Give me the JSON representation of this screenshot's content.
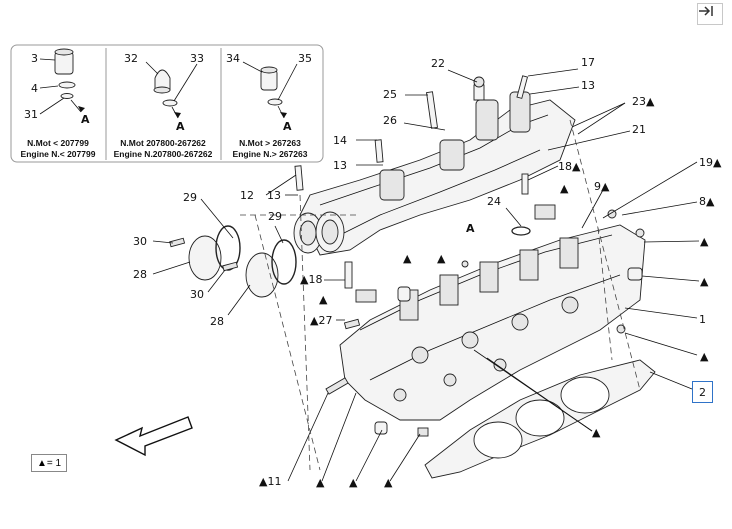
{
  "toolbar": {
    "collapse_icon": "arrow-to-right-icon"
  },
  "legend": {
    "text": "▲= 1"
  },
  "selected_callout": "2",
  "inset": {
    "col1": {
      "line1": "N.Mot < 207799",
      "line2": "Engine N.< 207799",
      "callouts": [
        "3",
        "4",
        "31"
      ],
      "arrow_label": "A"
    },
    "col2": {
      "line1": "N.Mot 207800-267262",
      "line2": "Engine N.207800-267262",
      "callouts": [
        "32",
        "33"
      ],
      "arrow_label": "A"
    },
    "col3": {
      "line1": "N.Mot > 267263",
      "line2": "Engine N.> 267263",
      "callouts": [
        "34",
        "35"
      ],
      "arrow_label": "A"
    }
  },
  "callouts": {
    "c22": "22",
    "c17": "17",
    "c13a": "13",
    "c25": "25",
    "c23": "23▲",
    "c21": "21",
    "c26": "26",
    "c14": "14",
    "c13b": "13",
    "c18a": "18▲",
    "c19": "19▲",
    "c9": "9▲",
    "c8": "8▲",
    "c29a": "29",
    "c12": "12",
    "c13c": "13",
    "c24": "24",
    "cA": "A",
    "c29b": "29",
    "c30a": "30",
    "c28a": "28",
    "c18b": "▲18",
    "c30b": "30",
    "c28b": "28",
    "c27": "▲27",
    "c1": "1",
    "c11": "▲11"
  },
  "markers": {
    "tri": "▲"
  }
}
